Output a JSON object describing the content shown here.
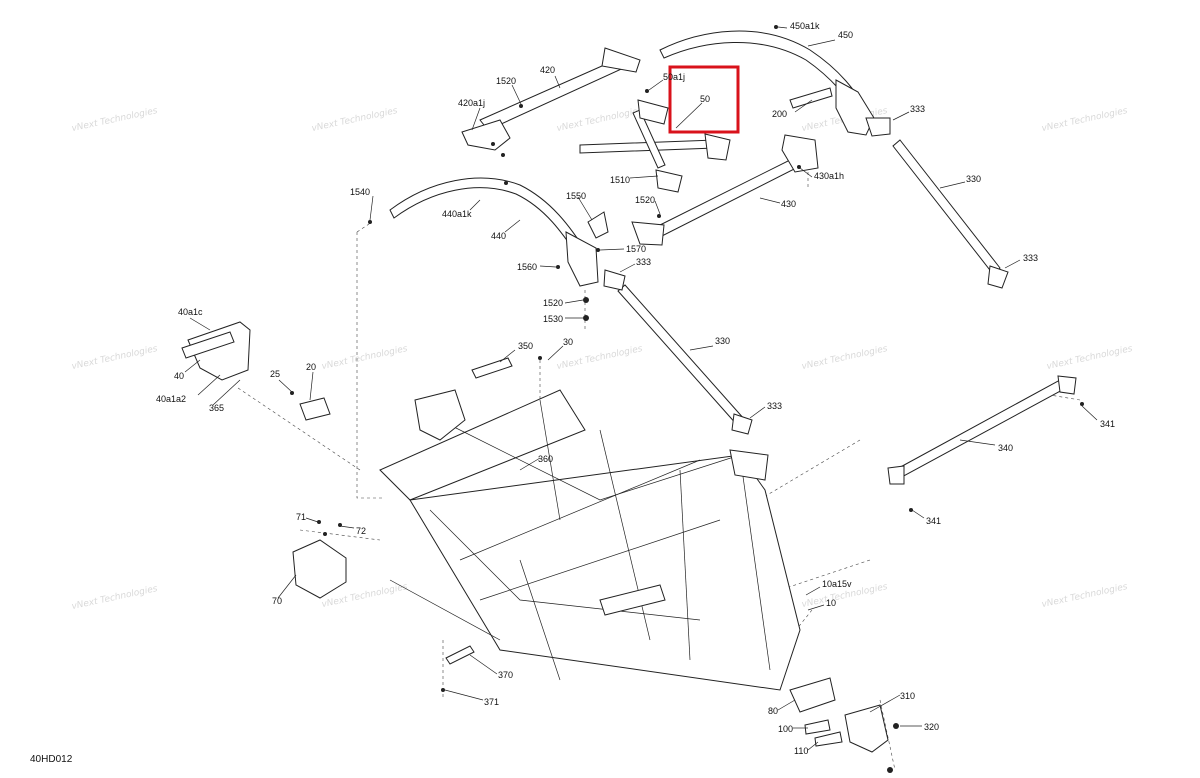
{
  "diagram_id": "40HD012",
  "watermark_text": "vNext Technologies",
  "highlight": {
    "label": "50",
    "color": "#d9121b"
  },
  "labels": {
    "l450a1k": "450a1k",
    "l450": "450",
    "l420": "420",
    "l1520a": "1520",
    "l420a1j": "420a1j",
    "l50a1j": "50a1j",
    "l50": "50",
    "l200": "200",
    "l333a": "333",
    "l1510": "1510",
    "l430a1h": "430a1h",
    "l1520b": "1520",
    "l430": "430",
    "l330a": "330",
    "l1540": "1540",
    "l440a1k": "440a1k",
    "l1550": "1550",
    "l440": "440",
    "l1570": "1570",
    "l1560": "1560",
    "l333b": "333",
    "l333c": "333",
    "l1520c": "1520",
    "l1530": "1530",
    "l40a1c": "40a1c",
    "l40": "40",
    "l40a1a2": "40a1a2",
    "l365": "365",
    "l25": "25",
    "l20": "20",
    "l350": "350",
    "l30": "30",
    "l330b": "330",
    "l333d": "333",
    "l341a": "341",
    "l340": "340",
    "l341b": "341",
    "l360": "360",
    "l71": "71",
    "l72": "72",
    "l70": "70",
    "l10a15v": "10a15v",
    "l10": "10",
    "l370": "370",
    "l371": "371",
    "l310": "310",
    "l80": "80",
    "l100": "100",
    "l320": "320",
    "l110": "110"
  }
}
